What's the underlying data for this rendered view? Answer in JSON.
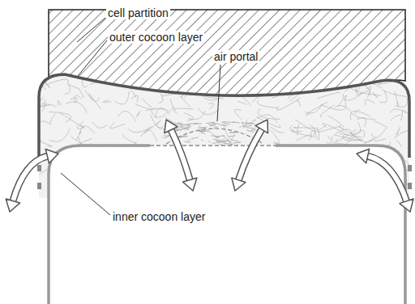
{
  "diagram": {
    "labels": [
      "cell partition",
      "outer cocoon layer",
      "air portal",
      "inner cocoon layer"
    ]
  }
}
